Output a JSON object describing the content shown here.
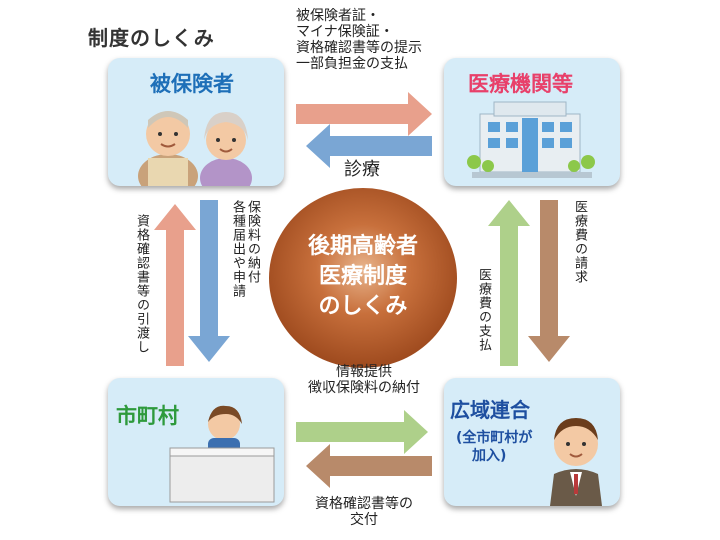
{
  "title": "制度のしくみ",
  "center": {
    "line1": "後期高齢者",
    "line2": "医療制度",
    "line3": "のしくみ"
  },
  "nodes": {
    "insured": {
      "label": "被保険者"
    },
    "medical": {
      "label": "医療機関等"
    },
    "municipality": {
      "label": "市町村"
    },
    "union": {
      "label": "広域連合",
      "sub1": "(全市町村が",
      "sub2": "加入)"
    }
  },
  "flows": {
    "top_right": {
      "line1": "被保険者証・",
      "line2": "マイナ保険証・",
      "line3": "資格確認書等の提示",
      "line4": "一部負担金の支払"
    },
    "top_left": {
      "label": "診療"
    },
    "left_up": {
      "label": "資格確認書等の引渡し"
    },
    "left_down": {
      "line1": "保険料の納付",
      "line2": "各種届出や申請"
    },
    "right_down": {
      "label": "医療費の請求"
    },
    "right_up": {
      "label": "医療費の支払"
    },
    "bottom_right": {
      "line1": "情報提供",
      "line2": "徴収保険料の納付"
    },
    "bottom_left": {
      "line1": "資格確認書等の",
      "line2": "交付"
    }
  },
  "colors": {
    "card_bg": "#d6ecf8",
    "insured_title": "#1e6fb8",
    "medical_title": "#e8406a",
    "municipality_title": "#2e9a3c",
    "union_title": "#1e4fa0",
    "arrow_salmon": "#e8a08c",
    "arrow_blue": "#7aa6d4",
    "arrow_green": "#aed08a",
    "arrow_brown": "#b88a6a",
    "center_circle": "#b85a2c"
  }
}
